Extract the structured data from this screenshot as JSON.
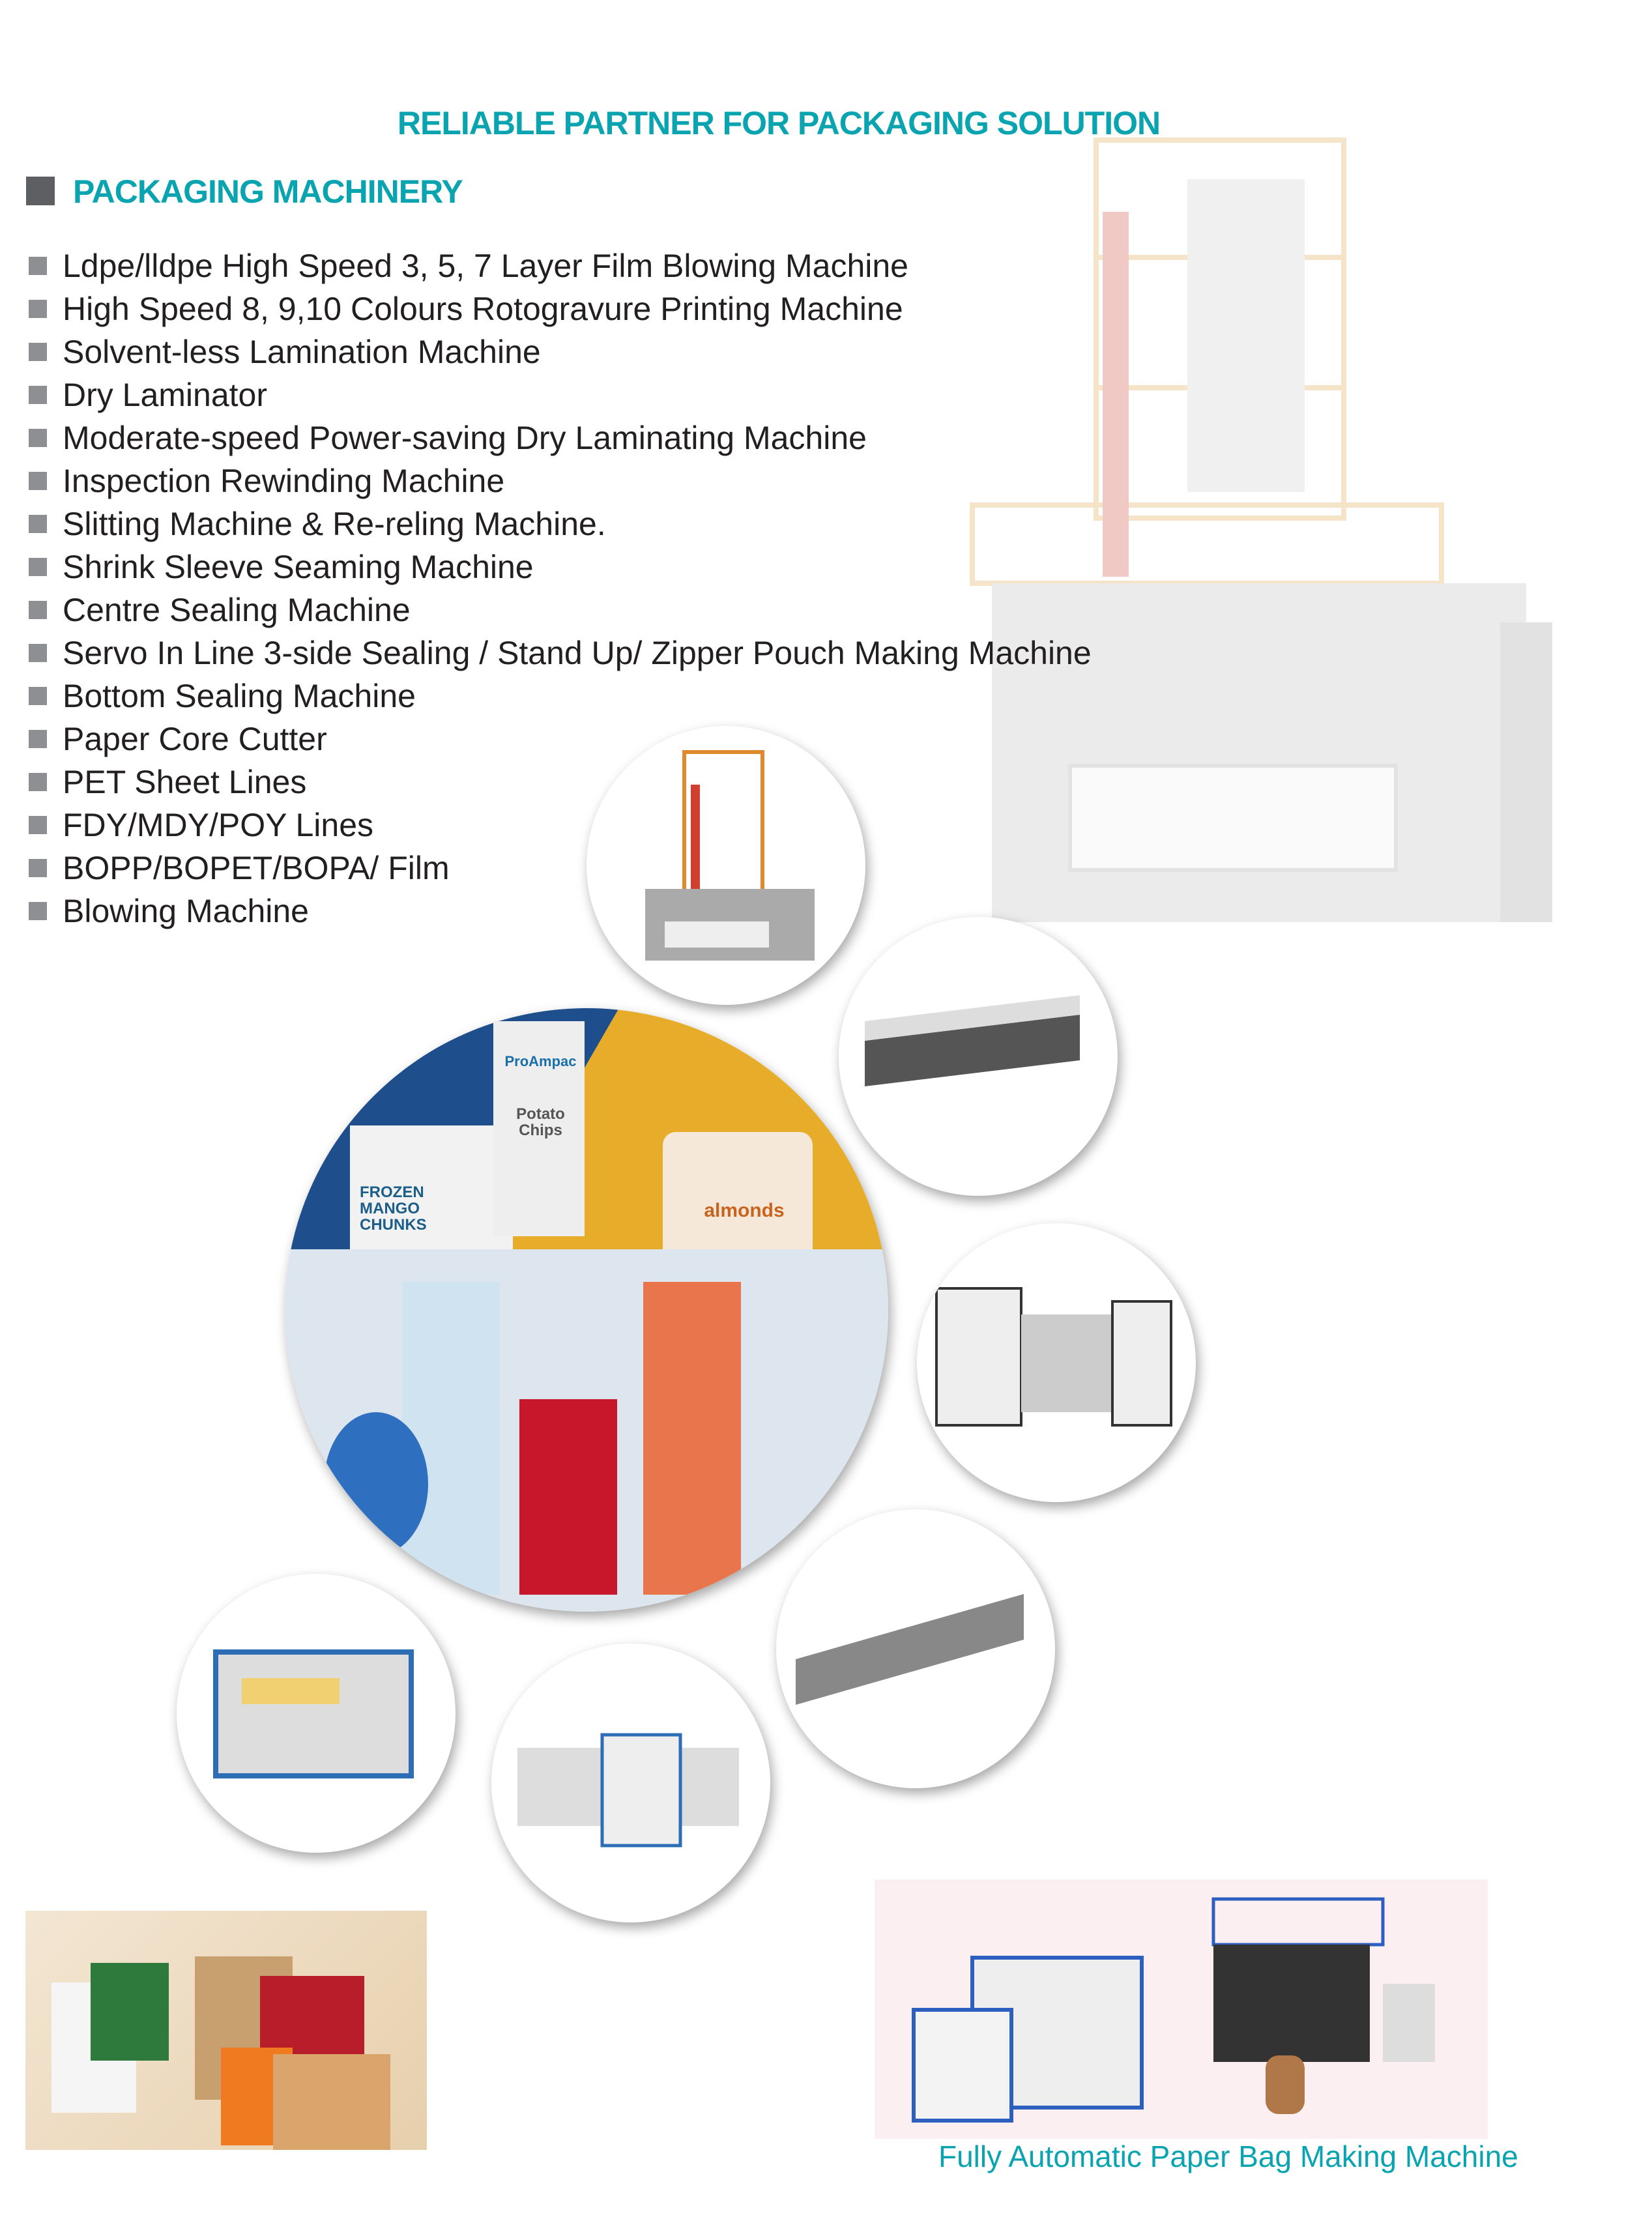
{
  "header": {
    "title": "RELIABLE PARTNER FOR PACKAGING SOLUTION"
  },
  "section": {
    "title": "PACKAGING MACHINERY",
    "items": [
      "Ldpe/lldpe High Speed 3, 5, 7 Layer Film Blowing Machine",
      "High Speed 8, 9,10 Colours Rotogravure Printing Machine",
      "Solvent-less Lamination Machine",
      "Dry Laminator",
      "Moderate-speed Power-saving Dry Laminating Machine",
      "Inspection Rewinding Machine",
      "Slitting Machine & Re-reling Machine.",
      "Shrink Sleeve Seaming Machine",
      "Centre Sealing Machine",
      "Servo In Line 3-side Sealing / Stand Up/ Zipper Pouch Making Machine",
      "Bottom Sealing Machine",
      "Paper Core Cutter",
      "PET Sheet Lines",
      "FDY/MDY/POY Lines",
      "BOPP/BOPET/BOPA/ Film",
      "Blowing Machine"
    ]
  },
  "packaging_photo": {
    "labels": [
      "ProAmpac",
      "FROZEN MANGO CHUNKS",
      "almonds",
      "Potato Chips"
    ]
  },
  "caption": "Fully Automatic Paper Bag Making Machine",
  "colors": {
    "accent": "#0aa4b0",
    "bullet": "#8e8f92",
    "text": "#231f20"
  }
}
